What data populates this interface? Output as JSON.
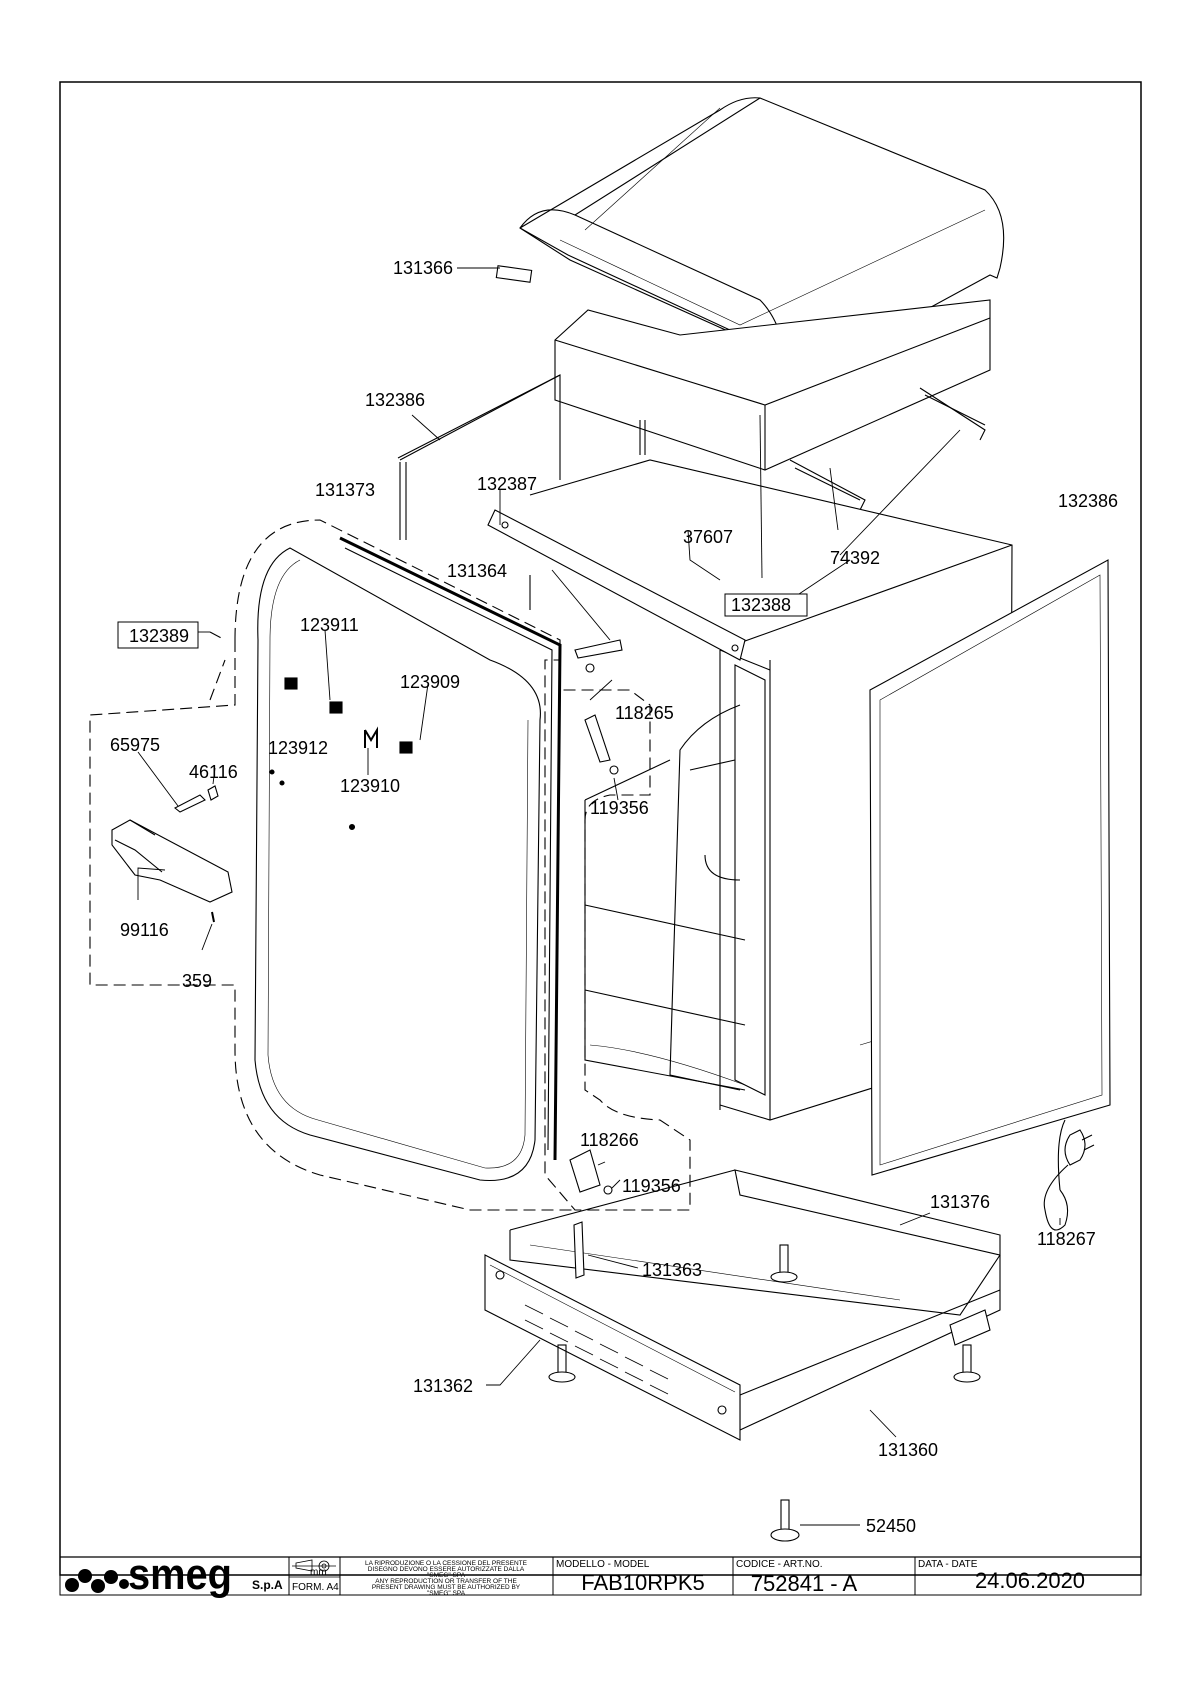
{
  "labels": {
    "l131366": "131366",
    "l132386a": "132386",
    "l131373": "131373",
    "l132387": "132387",
    "l37607": "37607",
    "l74392": "74392",
    "l132386b": "132386",
    "l131364": "131364",
    "l132388": "132388",
    "l132389": "132389",
    "l123911": "123911",
    "l123909": "123909",
    "l118265": "118265",
    "l65975": "65975",
    "l46116": "46116",
    "l123912": "123912",
    "l123910": "123910",
    "l119356a": "119356",
    "l99116": "99116",
    "l359": "359",
    "l118266": "118266",
    "l119356b": "119356",
    "l131376": "131376",
    "l118267": "118267",
    "l131363": "131363",
    "l131362": "131362",
    "l131360": "131360",
    "l52450": "52450"
  },
  "title_block": {
    "brand": "smeg",
    "brand_suffix": "S.p.A",
    "unit": "mm",
    "format": "FORM. A4",
    "notice_it_1": "LA RIPRODUZIONE O LA CESSIONE DEL PRESENTE",
    "notice_it_2": "DISEGNO DEVONO ESSERE AUTORIZZATE DALLA",
    "notice_it_3": "\"SMEG\" SPA",
    "notice_en_1": "ANY REPRODUCTION OR TRANSFER OF THE",
    "notice_en_2": "PRESENT DRAWING MUST BE AUTHORIZED BY",
    "notice_en_3": "\"SMEG\" SPA",
    "model_header": "MODELLO - MODEL",
    "model_value": "FAB10RPK5",
    "code_header": "CODICE - ART.NO.",
    "code_value": "752841 - A",
    "date_header": "DATA - DATE",
    "date_value": "24.06.2020"
  }
}
